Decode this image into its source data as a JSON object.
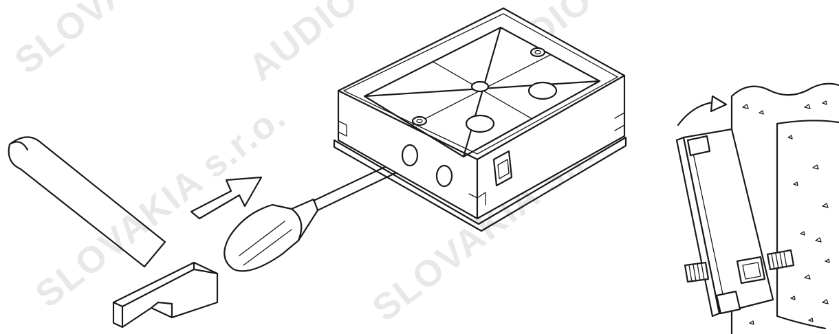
{
  "watermark": {
    "text_1": "SLOVAKIA s.r.o.",
    "text_2": "AUDIO",
    "text_3": "SLOVAKIA s.r.o.",
    "text_4": "AUDIO",
    "text_5": "SLOVAKIA s.r.o."
  }
}
